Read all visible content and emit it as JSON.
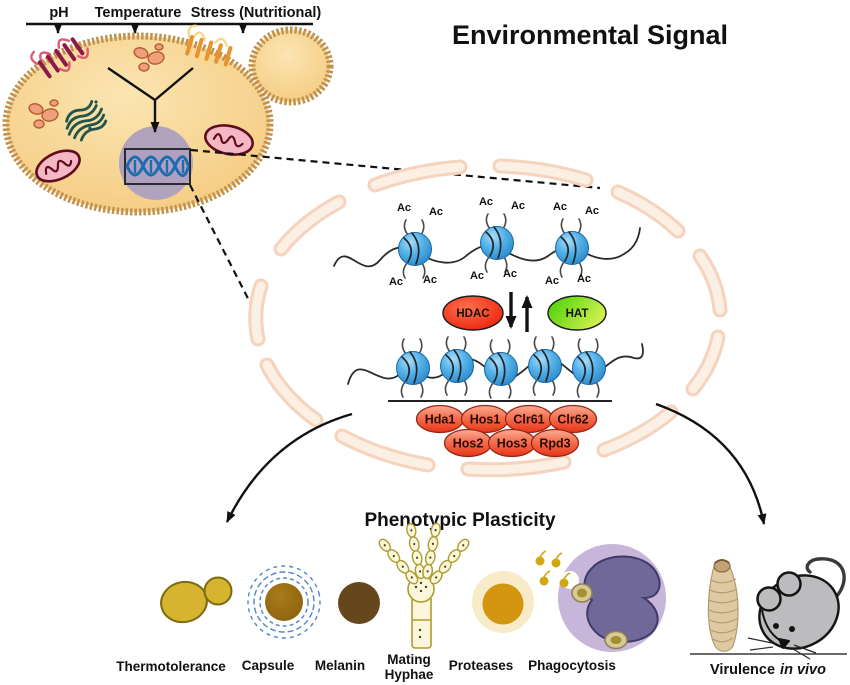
{
  "header": {
    "title": "Environmental Signal"
  },
  "environmental_inputs": {
    "labels": [
      "pH",
      "Temperature",
      "Stress (Nutritional)"
    ]
  },
  "chromatin_panel": {
    "acetyl_tag": "Ac",
    "enzymes": {
      "hdac_label": "HDAC",
      "hat_label": "HAT",
      "hdac_color": "#ee2b10",
      "hat_color": "#63d81a"
    },
    "hdac_complexes": [
      "Hda1",
      "Hos1",
      "Clr61",
      "Clr62",
      "Hos2",
      "Hos3",
      "Rpd3"
    ]
  },
  "phenotype_panel": {
    "title": "Phenotypic Plasticity",
    "items": [
      {
        "label": "Thermotolerance",
        "icon": "budding-yeast-icon"
      },
      {
        "label": "Capsule",
        "icon": "encapsulated-cell-icon"
      },
      {
        "label": "Melanin",
        "icon": "melanized-cell-icon"
      },
      {
        "label": "Mating Hyphae",
        "label_line1": "Mating",
        "label_line2": "Hyphae",
        "icon": "mating-hyphae-icon"
      },
      {
        "label": "Proteases",
        "icon": "protease-halo-icon"
      },
      {
        "label": "Phagocytosis",
        "icon": "macrophage-icon"
      }
    ]
  },
  "virulence_panel": {
    "label_prefix": "Virulence",
    "label_italic": "in vivo",
    "icons": [
      "larva-icon",
      "mouse-icon"
    ]
  },
  "colors": {
    "cell_fill": "#f5cd84",
    "cell_border": "#c2924e",
    "nucleus_fill": "#b2a3bd",
    "dna_blue": "#1e6cb0",
    "nucleosome_blue": "#3399db",
    "envelope_peach": "#f5d3bc",
    "complex_pill_red": "#ee4a2e",
    "arrow_black": "#111111"
  }
}
